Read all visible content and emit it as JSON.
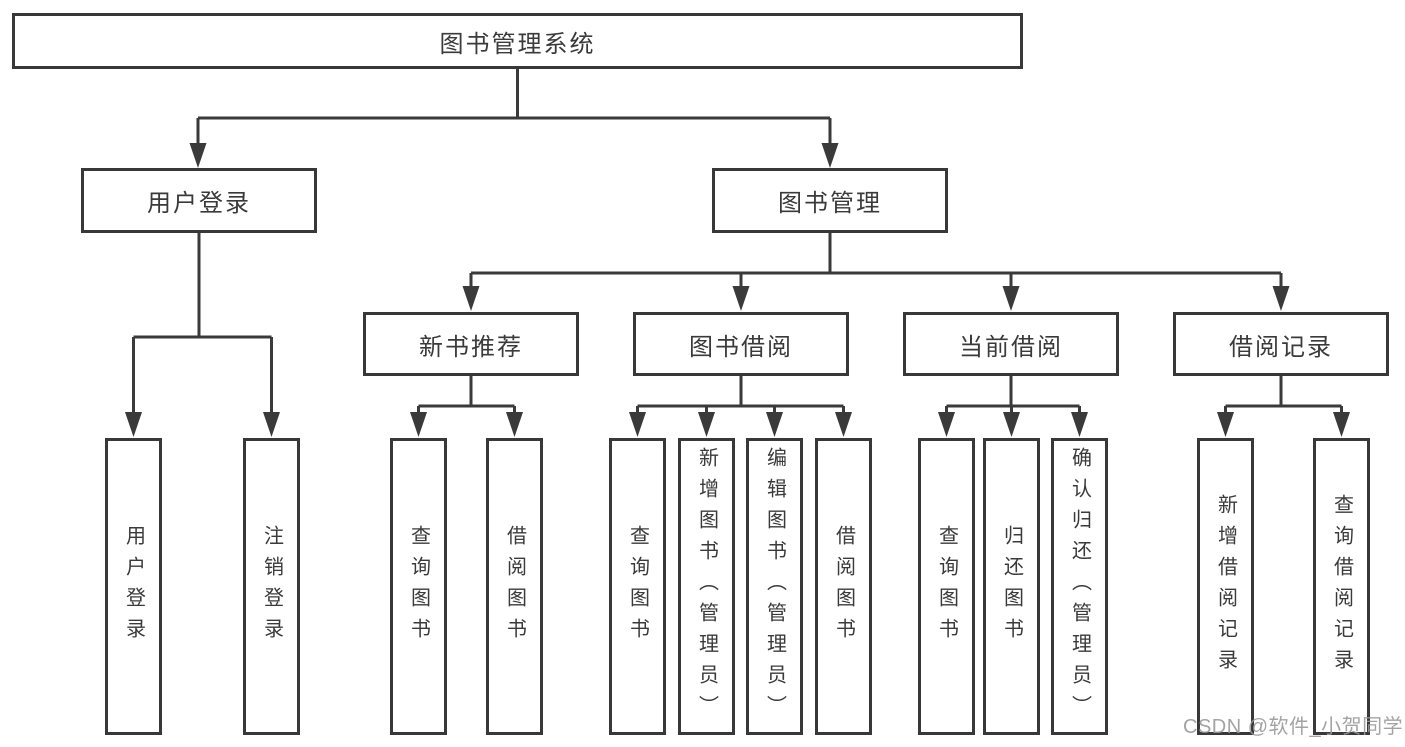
{
  "nodes": {
    "root": {
      "label": "图书管理系统"
    },
    "branches": [
      {
        "label": "用户登录"
      },
      {
        "label": "图书管理"
      }
    ],
    "modules": [
      {
        "label": "新书推荐"
      },
      {
        "label": "图书借阅"
      },
      {
        "label": "当前借阅"
      },
      {
        "label": "借阅记录"
      }
    ],
    "leaves": [
      {
        "label": "用户登录"
      },
      {
        "label": "注销登录"
      },
      {
        "label": "查询图书"
      },
      {
        "label": "借阅图书"
      },
      {
        "label": "查询图书"
      },
      {
        "label": "新增图书（管理员）"
      },
      {
        "label": "编辑图书（管理员）"
      },
      {
        "label": "借阅图书"
      },
      {
        "label": "查询图书"
      },
      {
        "label": "归还图书"
      },
      {
        "label": "确认归还（管理员）"
      },
      {
        "label": "新增借阅记录"
      },
      {
        "label": "查询借阅记录"
      }
    ]
  },
  "watermark": {
    "text": "CSDN @软件_小贺同学"
  },
  "colors": {
    "line": "#3a3a3a",
    "box_border": "#383838",
    "text": "#3a3a3a",
    "watermark": "#9a9a9a",
    "background": "#ffffff"
  }
}
